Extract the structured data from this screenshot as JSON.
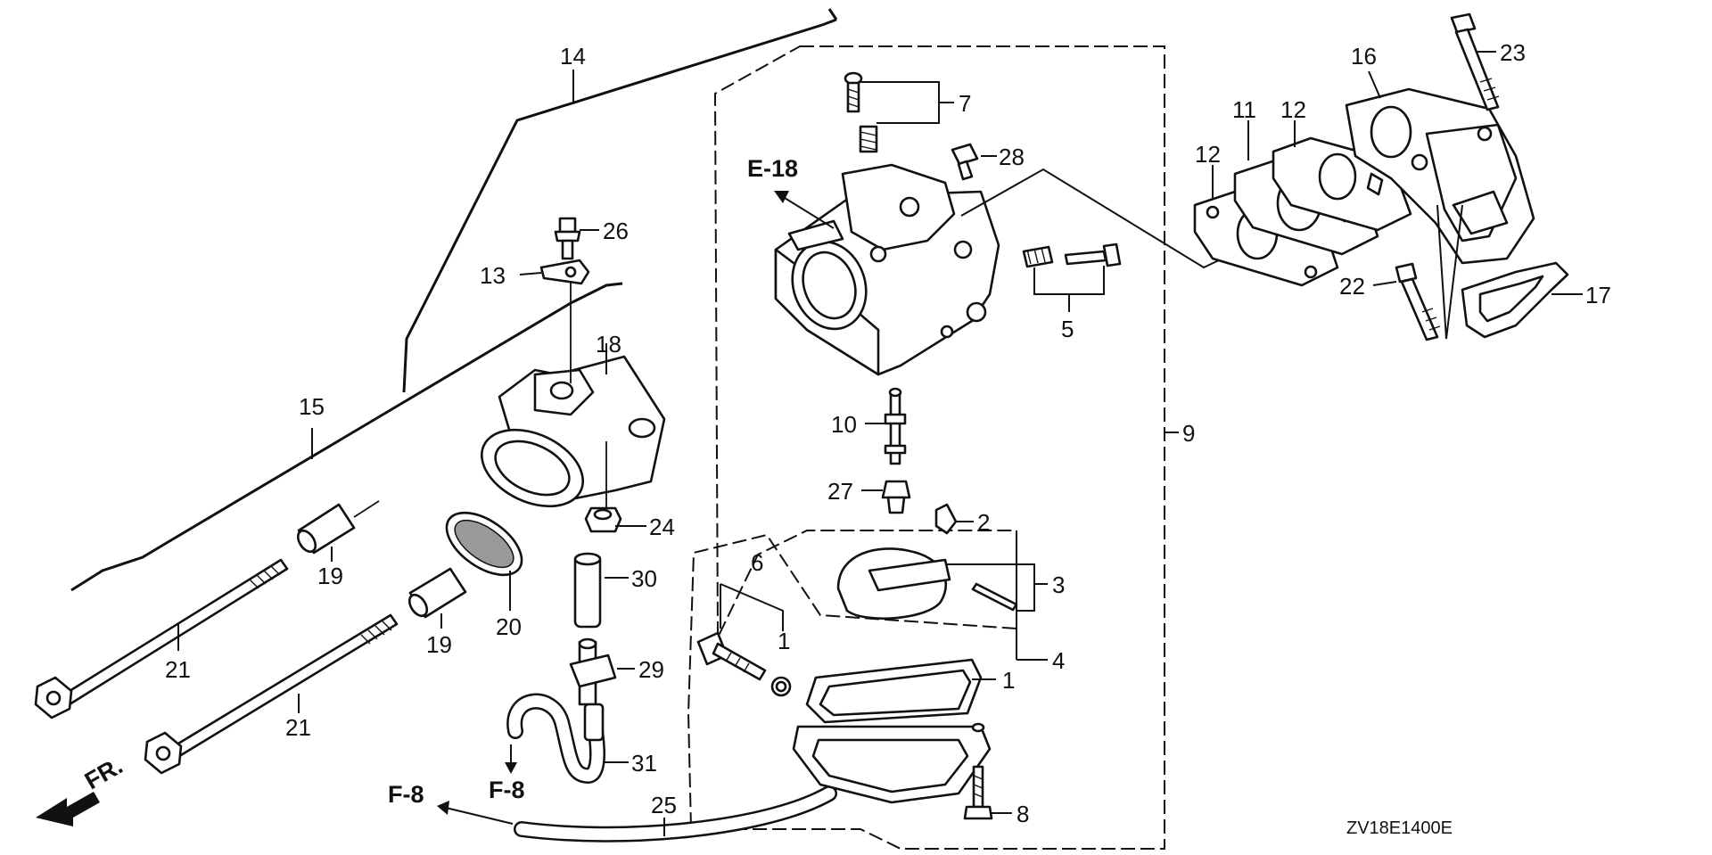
{
  "diagram": {
    "drawing_code": "ZV18E1400E",
    "front_label": "FR.",
    "refs": {
      "e18": "E-18",
      "f8_left": "F-8",
      "f8_right": "F-8"
    },
    "callouts": {
      "c1a": "1",
      "c1b": "1",
      "c2": "2",
      "c3": "3",
      "c4": "4",
      "c5": "5",
      "c6": "6",
      "c7": "7",
      "c8": "8",
      "c9": "9",
      "c10": "10",
      "c11": "11",
      "c12a": "12",
      "c12b": "12",
      "c13": "13",
      "c14": "14",
      "c15": "15",
      "c16": "16",
      "c17": "17",
      "c18": "18",
      "c19a": "19",
      "c19b": "19",
      "c20": "20",
      "c21a": "21",
      "c21b": "21",
      "c22": "22",
      "c23": "23",
      "c24": "24",
      "c25": "25",
      "c26": "26",
      "c27": "27",
      "c28": "28",
      "c29": "29",
      "c30": "30",
      "c31": "31"
    }
  }
}
